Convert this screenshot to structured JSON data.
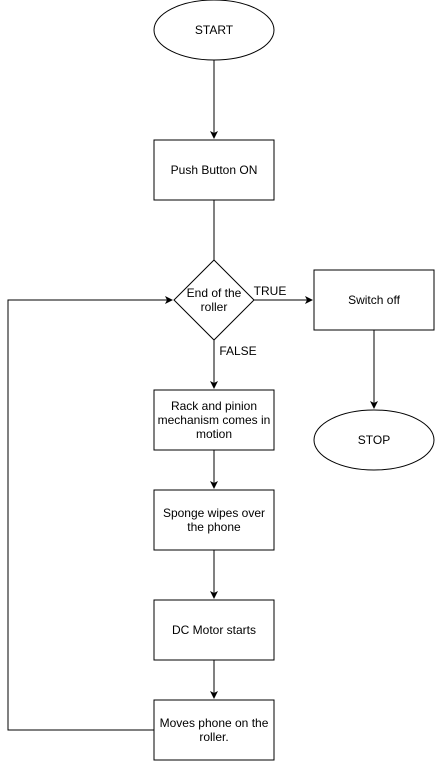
{
  "nodes": {
    "start": {
      "type": "terminal",
      "lines": [
        "START"
      ]
    },
    "push_button": {
      "type": "process",
      "lines": [
        "Push Button ON"
      ]
    },
    "end_of_roller": {
      "type": "decision",
      "lines": [
        "End of the",
        "roller"
      ]
    },
    "switch_off": {
      "type": "process",
      "lines": [
        "Switch off"
      ]
    },
    "stop": {
      "type": "terminal",
      "lines": [
        "STOP"
      ]
    },
    "rack_pinion": {
      "type": "process",
      "lines": [
        "Rack and pinion",
        "mechanism comes in",
        "motion"
      ]
    },
    "sponge": {
      "type": "process",
      "lines": [
        "Sponge wipes over",
        "the phone"
      ]
    },
    "dc_motor": {
      "type": "process",
      "lines": [
        "DC Motor starts"
      ]
    },
    "moves_phone": {
      "type": "process",
      "lines": [
        "Moves phone on the",
        "roller."
      ]
    }
  },
  "edges": [
    {
      "from": "start",
      "to": "push_button",
      "label": ""
    },
    {
      "from": "push_button",
      "to": "end_of_roller",
      "label": ""
    },
    {
      "from": "end_of_roller",
      "to": "switch_off",
      "label": "TRUE"
    },
    {
      "from": "switch_off",
      "to": "stop",
      "label": ""
    },
    {
      "from": "end_of_roller",
      "to": "rack_pinion",
      "label": "FALSE"
    },
    {
      "from": "rack_pinion",
      "to": "sponge",
      "label": ""
    },
    {
      "from": "sponge",
      "to": "dc_motor",
      "label": ""
    },
    {
      "from": "dc_motor",
      "to": "moves_phone",
      "label": ""
    },
    {
      "from": "moves_phone",
      "to": "end_of_roller",
      "label": ""
    }
  ]
}
